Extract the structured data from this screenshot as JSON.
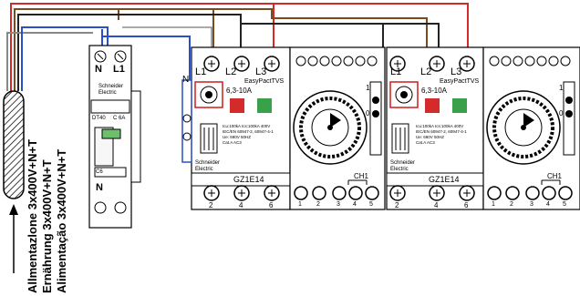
{
  "feed_labels": [
    "Allmentazlone 3x400V+N+T",
    "Ernährung 3x400V+N+T",
    "Alimentação 3x400V+N+T"
  ],
  "breaker": {
    "terminals": [
      "N",
      "L1"
    ],
    "brand": "Schneider Electric",
    "model": "DT40",
    "rating": "C 6A",
    "bottom_code": "C6",
    "bottom_terminal": "N"
  },
  "contactor_units": [
    {
      "terminals_top": [
        "L1",
        "L2",
        "L3"
      ],
      "product": "EasyPactTVS",
      "range": "6,3-10A",
      "brand": "Schneider Electric",
      "model": "GZ1E14",
      "terminals_bottom": [
        "2",
        "4",
        "6"
      ],
      "spec_lines": [
        "Icu:100kA Ics:100kA 400V",
        "IEC/EN 60947-2, 60947-4-1",
        "Ue: 690V 50HZ",
        "Cat.A AC3"
      ]
    },
    {
      "terminals_top": [
        "L1",
        "L2",
        "L3"
      ],
      "product": "EasyPactTVS",
      "range": "6,3-10A",
      "brand": "Schneider Electric",
      "model": "GZ1E14",
      "terminals_bottom": [
        "2",
        "4",
        "6"
      ],
      "spec_lines": [
        "Icu:100kA Ics:100kA 400V",
        "IEC/EN 60947-2, 60947-4-1",
        "Ue: 690V 50HZ",
        "Cat.A AC3"
      ]
    }
  ],
  "timer_units": [
    {
      "channel": "CH1",
      "dial_numbers": [
        "1",
        "0"
      ],
      "terminal_numbers": [
        "1",
        "2",
        "3",
        "4",
        "5"
      ]
    },
    {
      "channel": "CH1",
      "dial_numbers": [
        "1",
        "0"
      ],
      "terminal_numbers": [
        "1",
        "2",
        "3",
        "4",
        "5"
      ]
    }
  ],
  "side_label": "N",
  "wire_colors": {
    "red": "#d42a2a",
    "brown": "#7a4b1e",
    "black": "#222222",
    "blue": "#2a4fc9",
    "gray": "#888888"
  }
}
